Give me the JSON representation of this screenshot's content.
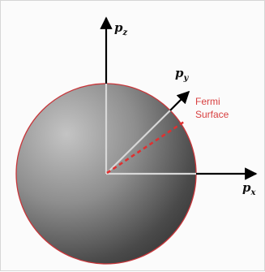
{
  "axes": {
    "z": {
      "base": "p",
      "sub": "z"
    },
    "y": {
      "base": "p",
      "sub": "y"
    },
    "x": {
      "base": "p",
      "sub": "x"
    }
  },
  "fermi_label": {
    "line1": "Fermi",
    "line2": "Surface"
  },
  "colors": {
    "sphere_edge": "#c8363a",
    "fermi_radius": "#e03030",
    "axis_outside": "#000000",
    "axis_inside": "#d8d8d8",
    "fermi_text": "#d84040"
  }
}
